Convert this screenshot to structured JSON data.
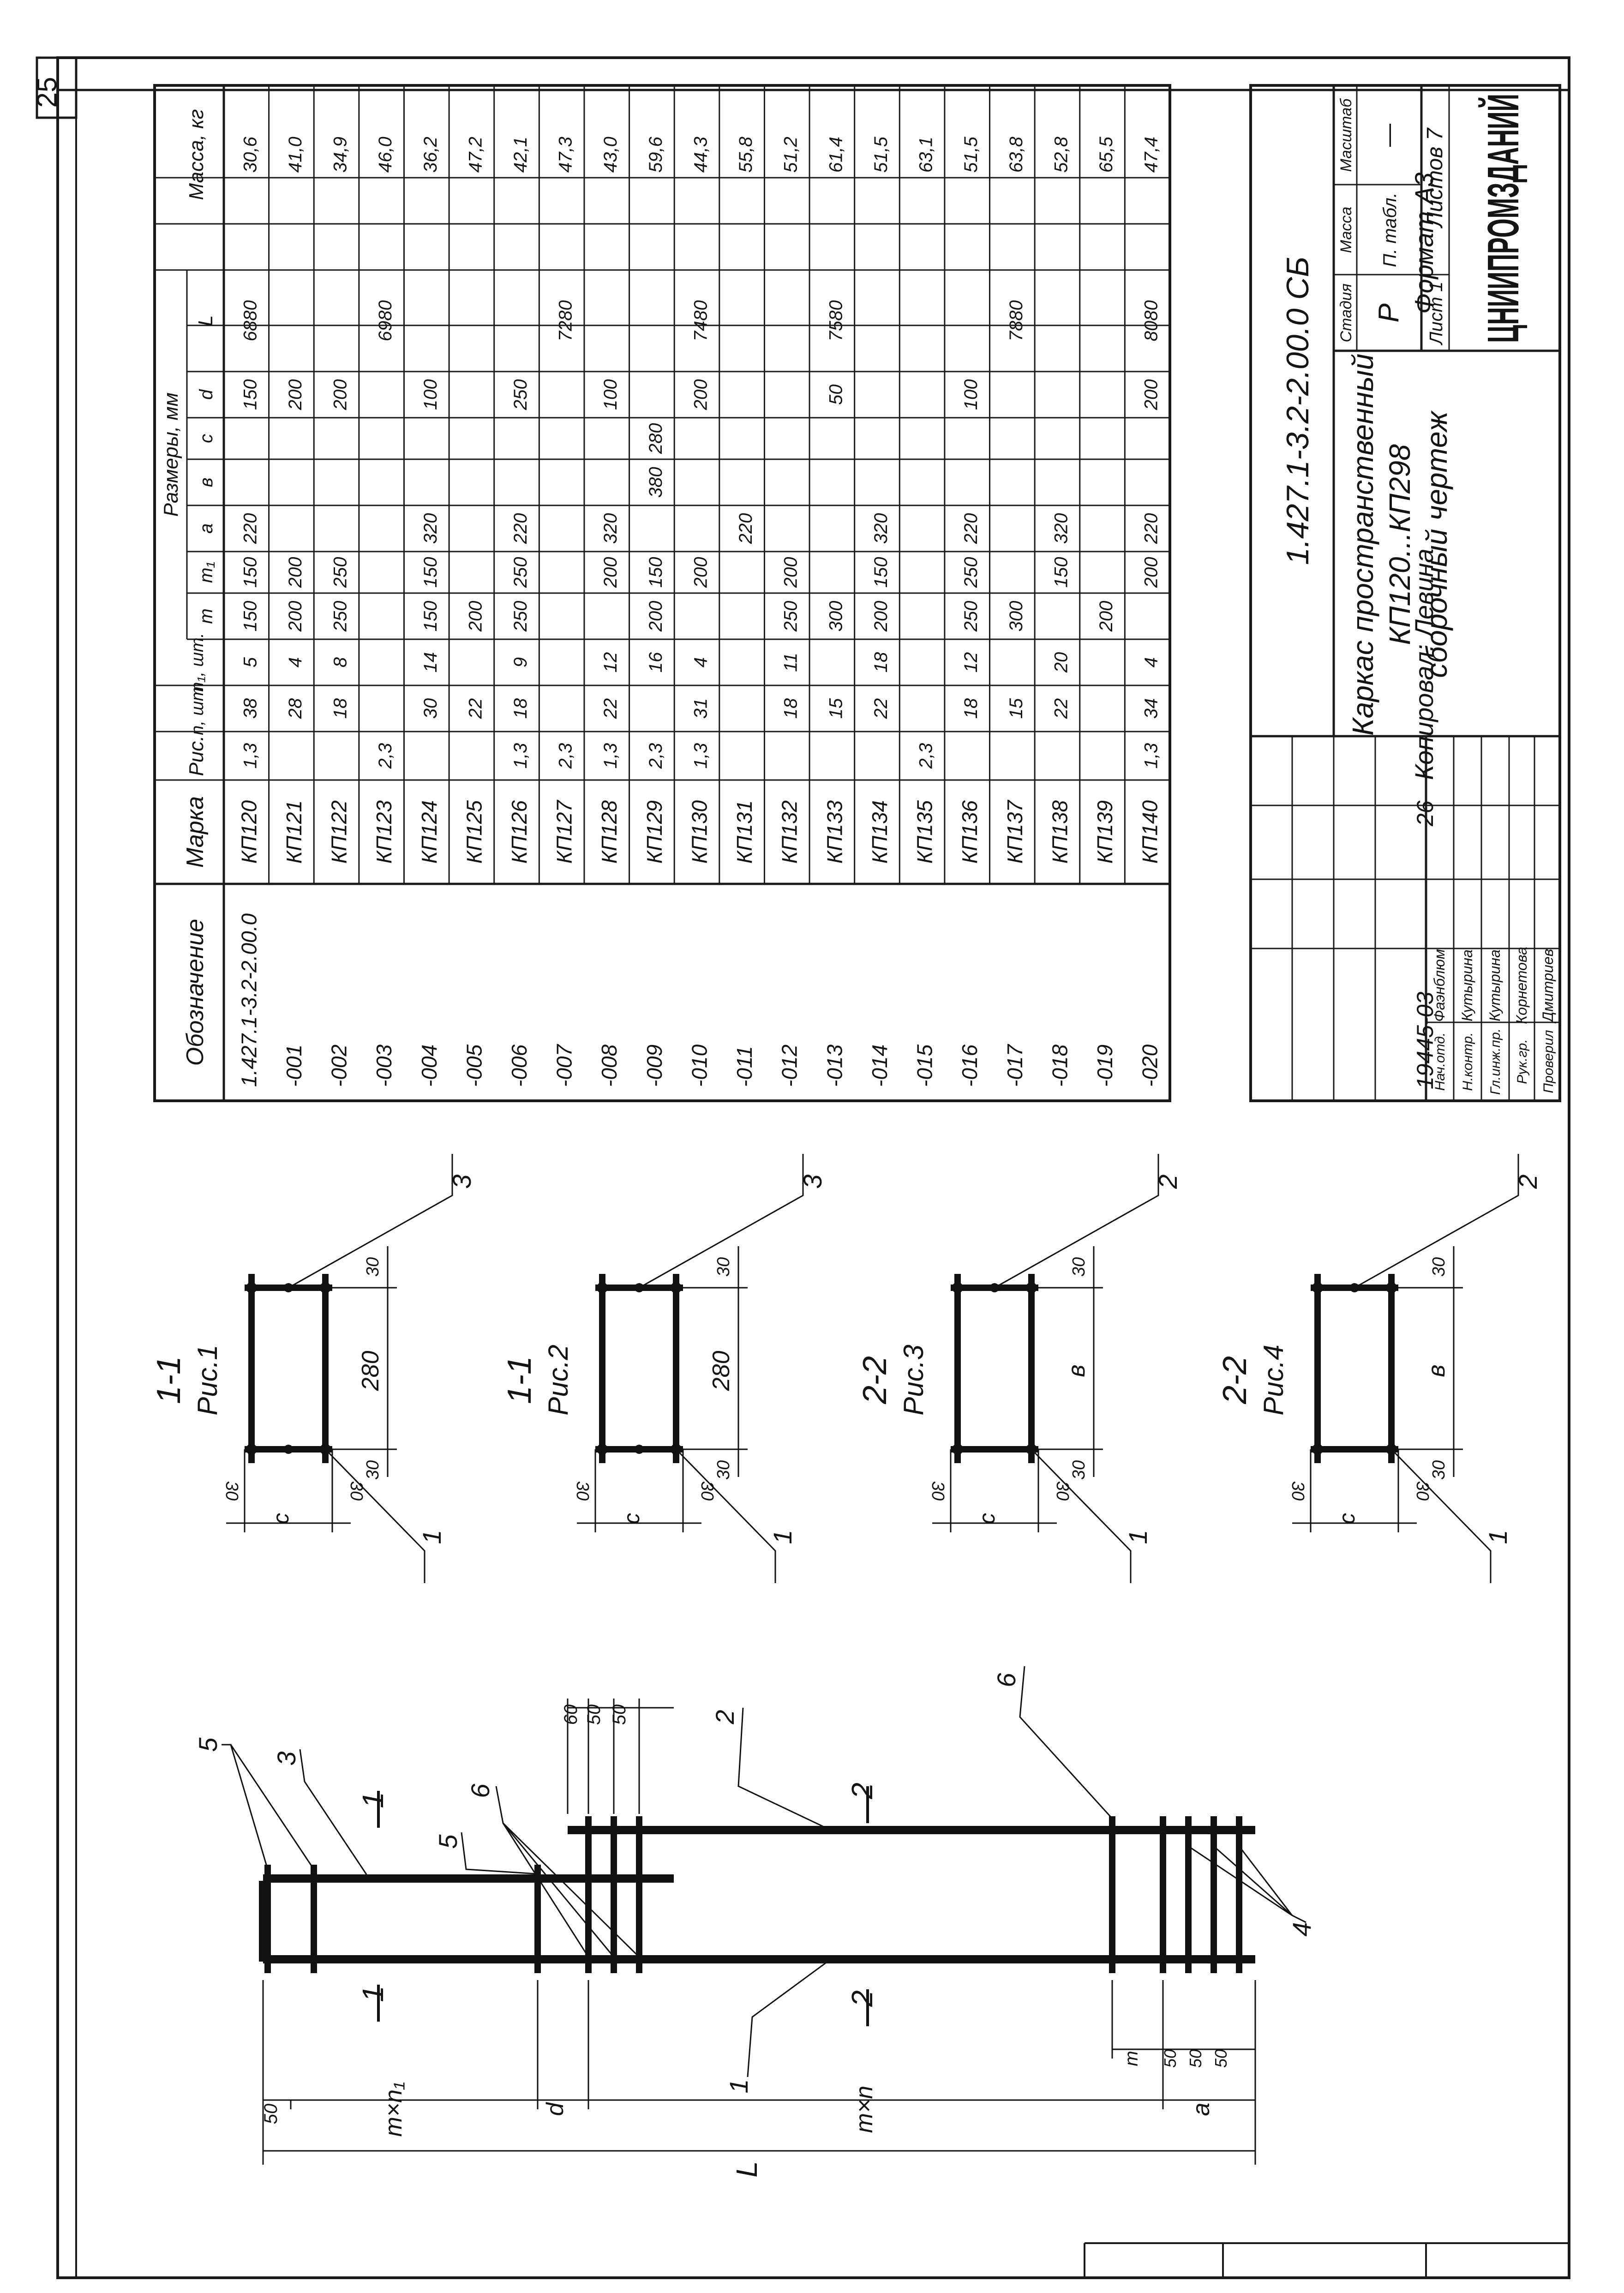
{
  "page_number": "25",
  "table": {
    "headers": {
      "designation": "Обозначение",
      "mark": "Марка",
      "fig": "Рис.",
      "n": "n, шт.",
      "n1": "n₁, шт.",
      "sizes_group": "Размеры, мм",
      "m": "m",
      "m1": "m₁",
      "a": "a",
      "b": "в",
      "c": "c",
      "d": "d",
      "L": "L",
      "mass": "Масса, кг"
    },
    "rows": [
      {
        "des": "1.427.1-3.2-2.00.0",
        "mark": "КП120",
        "fig": "1,3",
        "n": "38",
        "n1": "5",
        "m": "150",
        "m1": "150",
        "a": "220",
        "b": "",
        "c": "",
        "d": "150",
        "L": "6880",
        "mass": "30,6"
      },
      {
        "des": "-001",
        "mark": "КП121",
        "fig": "",
        "n": "28",
        "n1": "4",
        "m": "200",
        "m1": "200",
        "a": "",
        "b": "",
        "c": "",
        "d": "200",
        "L": "",
        "mass": "41,0"
      },
      {
        "des": "-002",
        "mark": "КП122",
        "fig": "",
        "n": "18",
        "n1": "8",
        "m": "250",
        "m1": "250",
        "a": "",
        "b": "",
        "c": "",
        "d": "200",
        "L": "",
        "mass": "34,9"
      },
      {
        "des": "-003",
        "mark": "КП123",
        "fig": "2,3",
        "n": "",
        "n1": "",
        "m": "",
        "m1": "",
        "a": "",
        "b": "",
        "c": "",
        "d": "",
        "L": "6980",
        "mass": "46,0"
      },
      {
        "des": "-004",
        "mark": "КП124",
        "fig": "",
        "n": "30",
        "n1": "14",
        "m": "150",
        "m1": "150",
        "a": "320",
        "b": "",
        "c": "",
        "d": "100",
        "L": "",
        "mass": "36,2"
      },
      {
        "des": "-005",
        "mark": "КП125",
        "fig": "",
        "n": "22",
        "n1": "",
        "m": "200",
        "m1": "",
        "a": "",
        "b": "",
        "c": "",
        "d": "",
        "L": "",
        "mass": "47,2"
      },
      {
        "des": "-006",
        "mark": "КП126",
        "fig": "1,3",
        "n": "18",
        "n1": "9",
        "m": "250",
        "m1": "250",
        "a": "220",
        "b": "",
        "c": "",
        "d": "250",
        "L": "",
        "mass": "42,1"
      },
      {
        "des": "-007",
        "mark": "КП127",
        "fig": "2,3",
        "n": "",
        "n1": "",
        "m": "",
        "m1": "",
        "a": "",
        "b": "",
        "c": "",
        "d": "",
        "L": "7280",
        "mass": "47,3"
      },
      {
        "des": "-008",
        "mark": "КП128",
        "fig": "1,3",
        "n": "22",
        "n1": "12",
        "m": "",
        "m1": "200",
        "a": "320",
        "b": "",
        "c": "",
        "d": "100",
        "L": "",
        "mass": "43,0"
      },
      {
        "des": "-009",
        "mark": "КП129",
        "fig": "2,3",
        "n": "",
        "n1": "16",
        "m": "200",
        "m1": "150",
        "a": "",
        "b": "380",
        "c": "280",
        "d": "",
        "L": "",
        "mass": "59,6"
      },
      {
        "des": "-010",
        "mark": "КП130",
        "fig": "1,3",
        "n": "31",
        "n1": "4",
        "m": "",
        "m1": "200",
        "a": "",
        "b": "",
        "c": "",
        "d": "200",
        "L": "7480",
        "mass": "44,3"
      },
      {
        "des": "-011",
        "mark": "КП131",
        "fig": "",
        "n": "",
        "n1": "",
        "m": "",
        "m1": "",
        "a": "220",
        "b": "",
        "c": "",
        "d": "",
        "L": "",
        "mass": "55,8"
      },
      {
        "des": "-012",
        "mark": "КП132",
        "fig": "",
        "n": "18",
        "n1": "11",
        "m": "250",
        "m1": "200",
        "a": "",
        "b": "",
        "c": "",
        "d": "",
        "L": "",
        "mass": "51,2"
      },
      {
        "des": "-013",
        "mark": "КП133",
        "fig": "",
        "n": "15",
        "n1": "",
        "m": "300",
        "m1": "",
        "a": "",
        "b": "",
        "c": "",
        "d": "50",
        "L": "7580",
        "mass": "61,4"
      },
      {
        "des": "-014",
        "mark": "КП134",
        "fig": "",
        "n": "22",
        "n1": "18",
        "m": "200",
        "m1": "150",
        "a": "320",
        "b": "",
        "c": "",
        "d": "",
        "L": "",
        "mass": "51,5"
      },
      {
        "des": "-015",
        "mark": "КП135",
        "fig": "2,3",
        "n": "",
        "n1": "",
        "m": "",
        "m1": "",
        "a": "",
        "b": "",
        "c": "",
        "d": "",
        "L": "",
        "mass": "63,1"
      },
      {
        "des": "-016",
        "mark": "КП136",
        "fig": "",
        "n": "18",
        "n1": "12",
        "m": "250",
        "m1": "250",
        "a": "220",
        "b": "",
        "c": "",
        "d": "100",
        "L": "",
        "mass": "51,5"
      },
      {
        "des": "-017",
        "mark": "КП137",
        "fig": "",
        "n": "15",
        "n1": "",
        "m": "300",
        "m1": "",
        "a": "",
        "b": "",
        "c": "",
        "d": "",
        "L": "7880",
        "mass": "63,8"
      },
      {
        "des": "-018",
        "mark": "КП138",
        "fig": "",
        "n": "22",
        "n1": "20",
        "m": "",
        "m1": "150",
        "a": "320",
        "b": "",
        "c": "",
        "d": "",
        "L": "",
        "mass": "52,8"
      },
      {
        "des": "-019",
        "mark": "КП139",
        "fig": "",
        "n": "",
        "n1": "",
        "m": "200",
        "m1": "",
        "a": "",
        "b": "",
        "c": "",
        "d": "",
        "L": "",
        "mass": "65,5"
      },
      {
        "des": "-020",
        "mark": "КП140",
        "fig": "1,3",
        "n": "34",
        "n1": "4",
        "m": "",
        "m1": "200",
        "a": "220",
        "b": "",
        "c": "",
        "d": "200",
        "L": "8080",
        "mass": "47,4"
      }
    ]
  },
  "title_block": {
    "doc_number": "1.427.1-3.2-2.00.0 СБ",
    "title_line1": "Каркас пространственный",
    "title_line2": "КП120...КП298",
    "title_line3": "сборочный чертеж",
    "stage_label": "Стадия",
    "stage_value": "Р",
    "mass_label": "Масса",
    "mass_value": "П. табл.",
    "scale_label": "Масштаб",
    "scale_value": "—",
    "sheet_label": "Лист 1",
    "sheets_label": "Листов 7",
    "org": "ЦНИИПРОМЗДАНИЙ",
    "signatures": [
      {
        "role": "Нач.отд.",
        "name": "Фаэнблюм"
      },
      {
        "role": "Н.контр.",
        "name": "Кутырина"
      },
      {
        "role": "Гл.инж.пр.",
        "name": "Кутырина"
      },
      {
        "role": "Рук.гр.",
        "name": "Корнетова"
      },
      {
        "role": "Проверил",
        "name": "Дмитриев"
      }
    ]
  },
  "footer": {
    "archive": "19445-03",
    "sheet_no": "26",
    "copied": "Копировал: Левина",
    "format": "Формат А3"
  },
  "drawing": {
    "sections": [
      {
        "title": "1-1",
        "fig": "Рис.1",
        "dim_b": "280",
        "dim_c": "c",
        "top": "30",
        "bottom": "30",
        "left": "30",
        "right": "30",
        "lead_top": "3",
        "lead_bottom": "1"
      },
      {
        "title": "1-1",
        "fig": "Рис.2",
        "dim_b": "280",
        "dim_c": "c",
        "top": "30",
        "bottom": "30",
        "left": "30",
        "right": "30",
        "lead_top": "3",
        "lead_bottom": "1"
      },
      {
        "title": "2-2",
        "fig": "Рис.3",
        "dim_b": "в",
        "dim_c": "c",
        "top": "30",
        "bottom": "30",
        "left": "30",
        "right": "30",
        "lead_top": "2",
        "lead_bottom": "1"
      },
      {
        "title": "2-2",
        "fig": "Рис.4",
        "dim_b": "в",
        "dim_c": "c",
        "top": "30",
        "bottom": "30",
        "left": "30",
        "right": "30",
        "lead_top": "2",
        "lead_bottom": "1"
      }
    ],
    "elevation": {
      "pos1": "1",
      "pos2": "2",
      "pos3": "3",
      "pos4": "4",
      "pos5": "5",
      "pos6": "6",
      "cut1": "1",
      "cut2": "2",
      "dim_50": "50",
      "dim_60": "60",
      "dim_mn1": "m×n₁",
      "dim_d": "d",
      "dim_mn": "m×n",
      "dim_a": "a",
      "dim_L": "L",
      "dim_m": "m"
    }
  }
}
